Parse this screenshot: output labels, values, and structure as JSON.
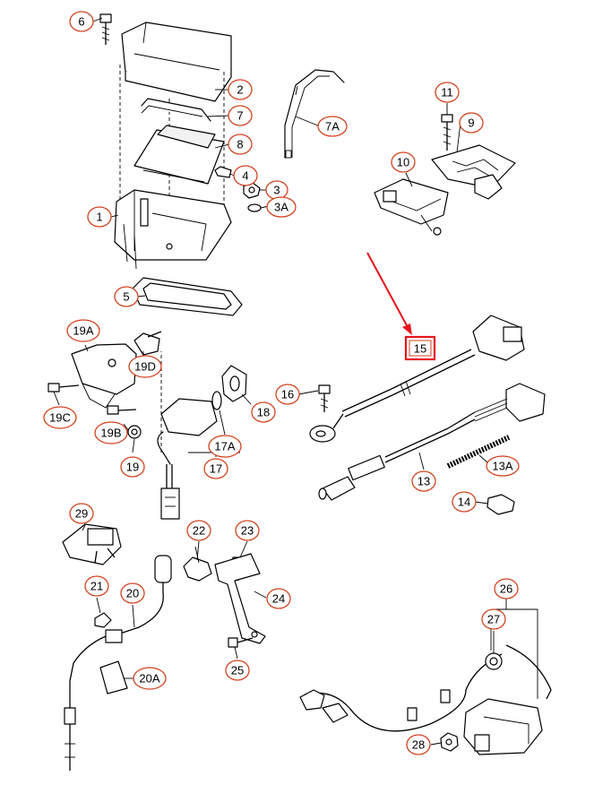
{
  "callouts": [
    {
      "id": "6",
      "label": "6"
    },
    {
      "id": "2",
      "label": "2"
    },
    {
      "id": "7",
      "label": "7"
    },
    {
      "id": "8",
      "label": "8"
    },
    {
      "id": "4",
      "label": "4"
    },
    {
      "id": "3",
      "label": "3"
    },
    {
      "id": "3A",
      "label": "3A"
    },
    {
      "id": "1",
      "label": "1"
    },
    {
      "id": "5",
      "label": "5"
    },
    {
      "id": "7A",
      "label": "7A"
    },
    {
      "id": "11",
      "label": "11"
    },
    {
      "id": "9",
      "label": "9"
    },
    {
      "id": "10",
      "label": "10"
    },
    {
      "id": "15",
      "label": "15"
    },
    {
      "id": "16",
      "label": "16"
    },
    {
      "id": "13",
      "label": "13"
    },
    {
      "id": "13A",
      "label": "13A"
    },
    {
      "id": "14",
      "label": "14"
    },
    {
      "id": "19A",
      "label": "19A"
    },
    {
      "id": "19D",
      "label": "19D"
    },
    {
      "id": "19C",
      "label": "19C"
    },
    {
      "id": "19B",
      "label": "19B"
    },
    {
      "id": "19",
      "label": "19"
    },
    {
      "id": "17A",
      "label": "17A"
    },
    {
      "id": "17",
      "label": "17"
    },
    {
      "id": "18",
      "label": "18"
    },
    {
      "id": "29",
      "label": "29"
    },
    {
      "id": "22",
      "label": "22"
    },
    {
      "id": "23",
      "label": "23"
    },
    {
      "id": "24",
      "label": "24"
    },
    {
      "id": "21",
      "label": "21"
    },
    {
      "id": "20",
      "label": "20"
    },
    {
      "id": "20A",
      "label": "20A"
    },
    {
      "id": "25",
      "label": "25"
    },
    {
      "id": "26",
      "label": "26"
    },
    {
      "id": "27",
      "label": "27"
    },
    {
      "id": "28",
      "label": "28"
    }
  ],
  "highlight": {
    "target": "15",
    "color": "#e8141c"
  },
  "colors": {
    "callout_border": "#d2421e",
    "line": "#000000"
  }
}
